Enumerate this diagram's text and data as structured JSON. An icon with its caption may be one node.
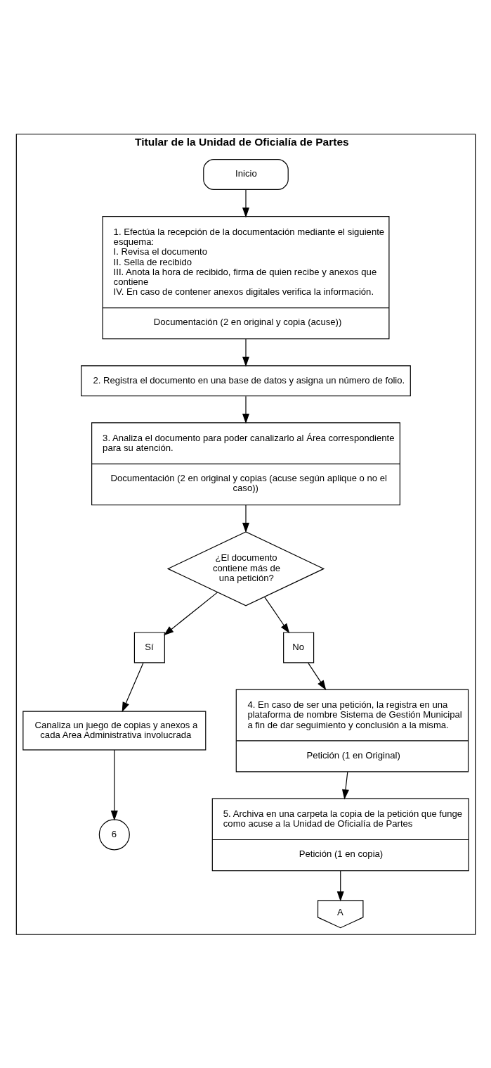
{
  "diagram": {
    "nodes": [
      {
        "text": [
          "Titular de la Unidad de Oficialía de Partes"
        ]
      },
      {
        "text": [
          "Inicio"
        ],
        "in": 0
      },
      {
        "text": [
          "1. Efectúa la recepción de la documentación mediante el siguiente esquema:",
          "I. Revisa el documento",
          "II. Sella de recibido",
          "III. Anota la hora de recibido, firma de quien recibe y anexos que contiene",
          "IV. En caso de contener anexos digitales verifica la información.",
          "Documentación (2 en original y copia (acuse))"
        ],
        "in": 0
      },
      {
        "text": [
          "2. Registra el documento en una base de datos y asigna un número de folio."
        ],
        "in": 0
      },
      {
        "text": [
          "3. Analiza el documento para poder canalizarlo al Área correspondiente para su atención.",
          "Documentación (2 en original y copias (acuse según aplique o no el caso))"
        ],
        "in": 0
      },
      {
        "text": [
          "¿El documento contiene más de una petición?"
        ],
        "in": 0
      },
      {
        "text": [
          "Sí"
        ],
        "in": 0
      },
      {
        "text": [
          "No"
        ],
        "in": 0
      },
      {
        "text": [
          "Canaliza un juego de copias y anexos a cada Area Administrativa involucrada"
        ],
        "in": 0
      },
      {
        "text": [
          "6"
        ],
        "in": 0
      },
      {
        "text": [
          "4. En caso de ser una petición, la registra en una plataforma de nombre Sistema de Gestión Municipal a fin de dar seguimiento y conclusión a la misma.",
          "Petición (1 en Original)"
        ],
        "in": 0
      },
      {
        "text": [
          "5. Archiva en una carpeta la copia de la petición que funge como acuse a la Unidad de Oficialía de Partes",
          "Petición (1 en copia)"
        ],
        "in": 0
      },
      {
        "text": [
          "A"
        ],
        "in": 0
      }
    ],
    "edges": [
      {
        "from": 1,
        "to": 2,
        "arrow": "to"
      },
      {
        "from": 2,
        "to": 3,
        "arrow": "to"
      },
      {
        "from": 3,
        "to": 4,
        "arrow": "to"
      },
      {
        "from": 4,
        "to": 5,
        "arrow": "to"
      },
      {
        "from": 5,
        "to": 6,
        "arrow": "to"
      },
      {
        "from": 5,
        "to": 7,
        "arrow": "to"
      },
      {
        "from": 6,
        "to": 8,
        "arrow": "to"
      },
      {
        "from": 8,
        "to": 9,
        "arrow": "to"
      },
      {
        "from": 7,
        "to": 10,
        "arrow": "to"
      },
      {
        "from": 10,
        "to": 11,
        "arrow": "to"
      },
      {
        "from": 11,
        "to": 12,
        "arrow": "to"
      }
    ]
  }
}
